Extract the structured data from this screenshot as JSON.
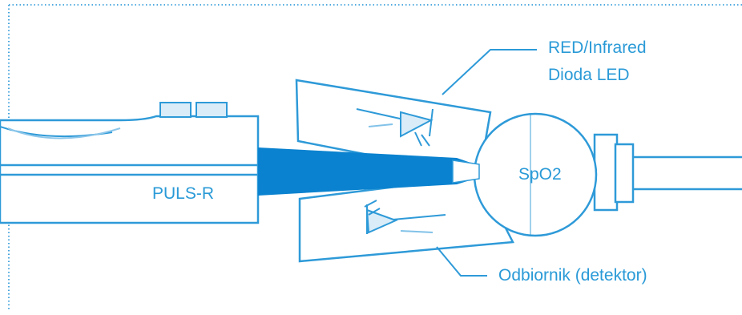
{
  "labels": {
    "device": "PULS-R",
    "sensor": "SpO2",
    "emitter_line1": "RED/Infrared",
    "emitter_line2": "Dioda LED",
    "receiver": "Odbiornik (detektor)"
  },
  "colors": {
    "outline": "#2e9ad8",
    "fill_dark": "#0a82cf",
    "text": "#2a9ad7",
    "frame_dotted": "#1a8fd6",
    "background": "#ffffff"
  },
  "icons": [
    "led-emitter-icon",
    "photodetector-icon"
  ]
}
